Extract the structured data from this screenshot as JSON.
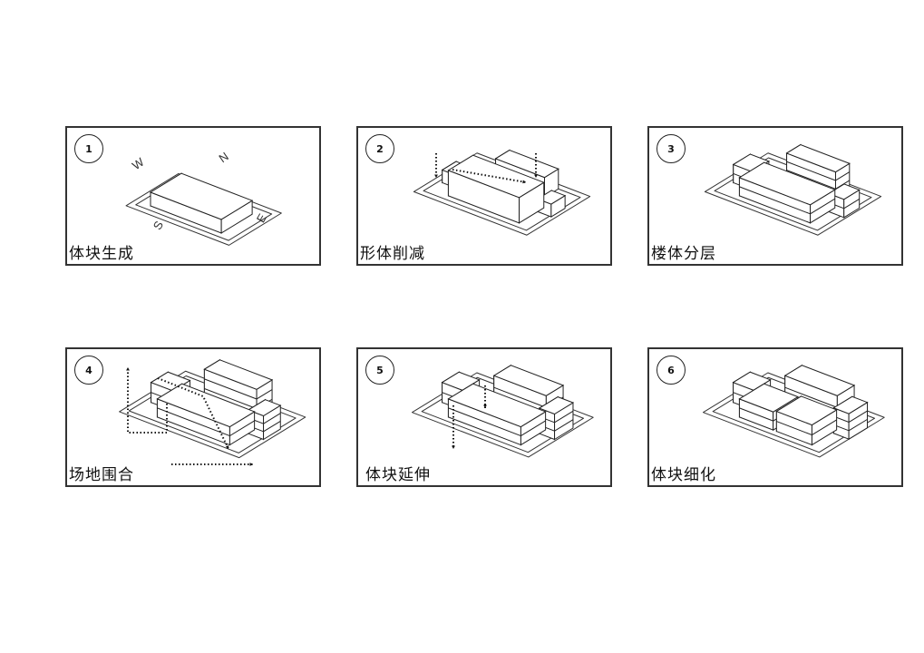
{
  "panels": [
    {
      "number": "1",
      "caption": "体块生成",
      "compass": {
        "w": "W",
        "n": "N",
        "s": "S",
        "e": "E"
      }
    },
    {
      "number": "2",
      "caption": "形体削减"
    },
    {
      "number": "3",
      "caption": "楼体分层"
    },
    {
      "number": "4",
      "caption": "场地围合"
    },
    {
      "number": "5",
      "caption": "体块延伸"
    },
    {
      "number": "6",
      "caption": "体块细化"
    }
  ]
}
